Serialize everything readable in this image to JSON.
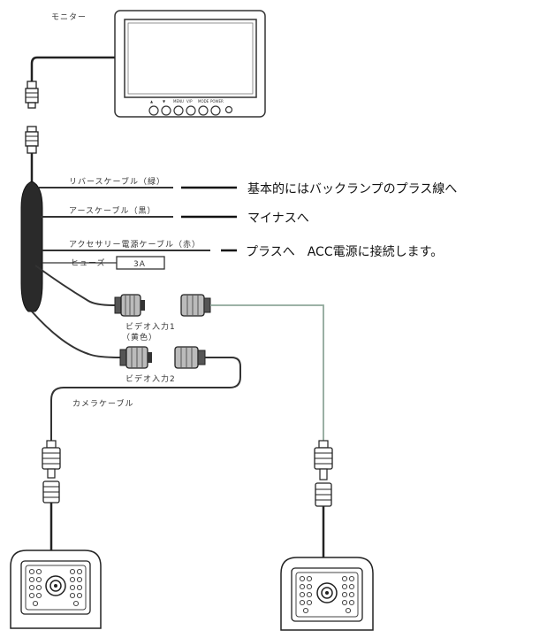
{
  "labels": {
    "monitor": "モニター",
    "reverse_cable": "リバースケーブル（緑）",
    "ground_cable": "アースケーブル（黒）",
    "accessory_cable": "アクセサリー電源ケーブル（赤）",
    "fuse": "ヒューズ",
    "fuse_value": "3A",
    "video_in_1": "ビデオ入力1",
    "video_in_1_color": "（黄色）",
    "video_in_2": "ビデオ入力2",
    "camera_cable": "カメラケーブル"
  },
  "annotations": {
    "reverse_note": "基本的にはバックランプのプラス線へ",
    "ground_note": "マイナスへ",
    "accessory_note": "プラスへ　ACC電源に接続します。"
  },
  "monitor_buttons": [
    "▲",
    "▼",
    "MENU",
    "V/P",
    "MODE",
    "POWER"
  ]
}
